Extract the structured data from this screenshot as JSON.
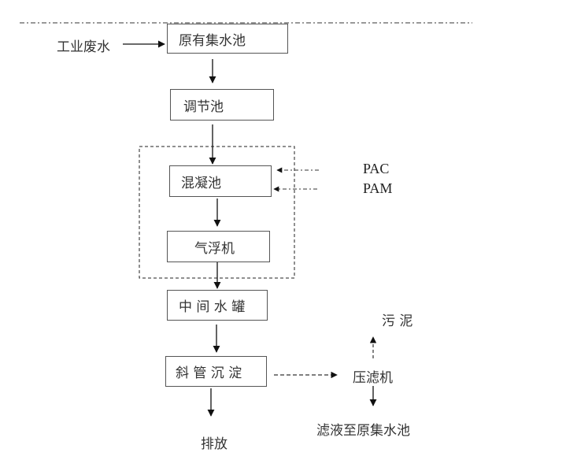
{
  "diagram": {
    "input_label": "工业废水",
    "nodes": {
      "collection_pool": "原有集水池",
      "regulating_pool": "调节池",
      "coagulation_pool": "混凝池",
      "air_flotation": "气浮机",
      "intermediate_tank": "中 间 水 罐",
      "inclined_tube_settler": "斜 管 沉 淀",
      "filter_press": "压滤机"
    },
    "reagents": [
      "PAC",
      "PAM"
    ],
    "outputs": {
      "discharge": "排放",
      "sludge": "污 泥",
      "filtrate": "滤液至原集水池"
    },
    "edges": [
      {
        "from": "工业废水",
        "to": "原有集水池",
        "style": "solid"
      },
      {
        "from": "原有集水池",
        "to": "调节池",
        "style": "solid"
      },
      {
        "from": "调节池",
        "to": "混凝池",
        "style": "solid"
      },
      {
        "from": "PAC",
        "to": "混凝池",
        "style": "dash-dot"
      },
      {
        "from": "PAM",
        "to": "混凝池",
        "style": "dash-dot"
      },
      {
        "from": "混凝池",
        "to": "气浮机",
        "style": "solid"
      },
      {
        "from": "气浮机",
        "to": "中间水罐",
        "style": "solid"
      },
      {
        "from": "中间水罐",
        "to": "斜管沉淀",
        "style": "solid"
      },
      {
        "from": "斜管沉淀",
        "to": "排放",
        "style": "solid"
      },
      {
        "from": "斜管沉淀",
        "to": "压滤机",
        "style": "dashed"
      },
      {
        "from": "压滤机",
        "to": "污泥",
        "style": "dashed"
      },
      {
        "from": "压滤机",
        "to": "滤液至原集水池",
        "style": "solid"
      }
    ]
  }
}
